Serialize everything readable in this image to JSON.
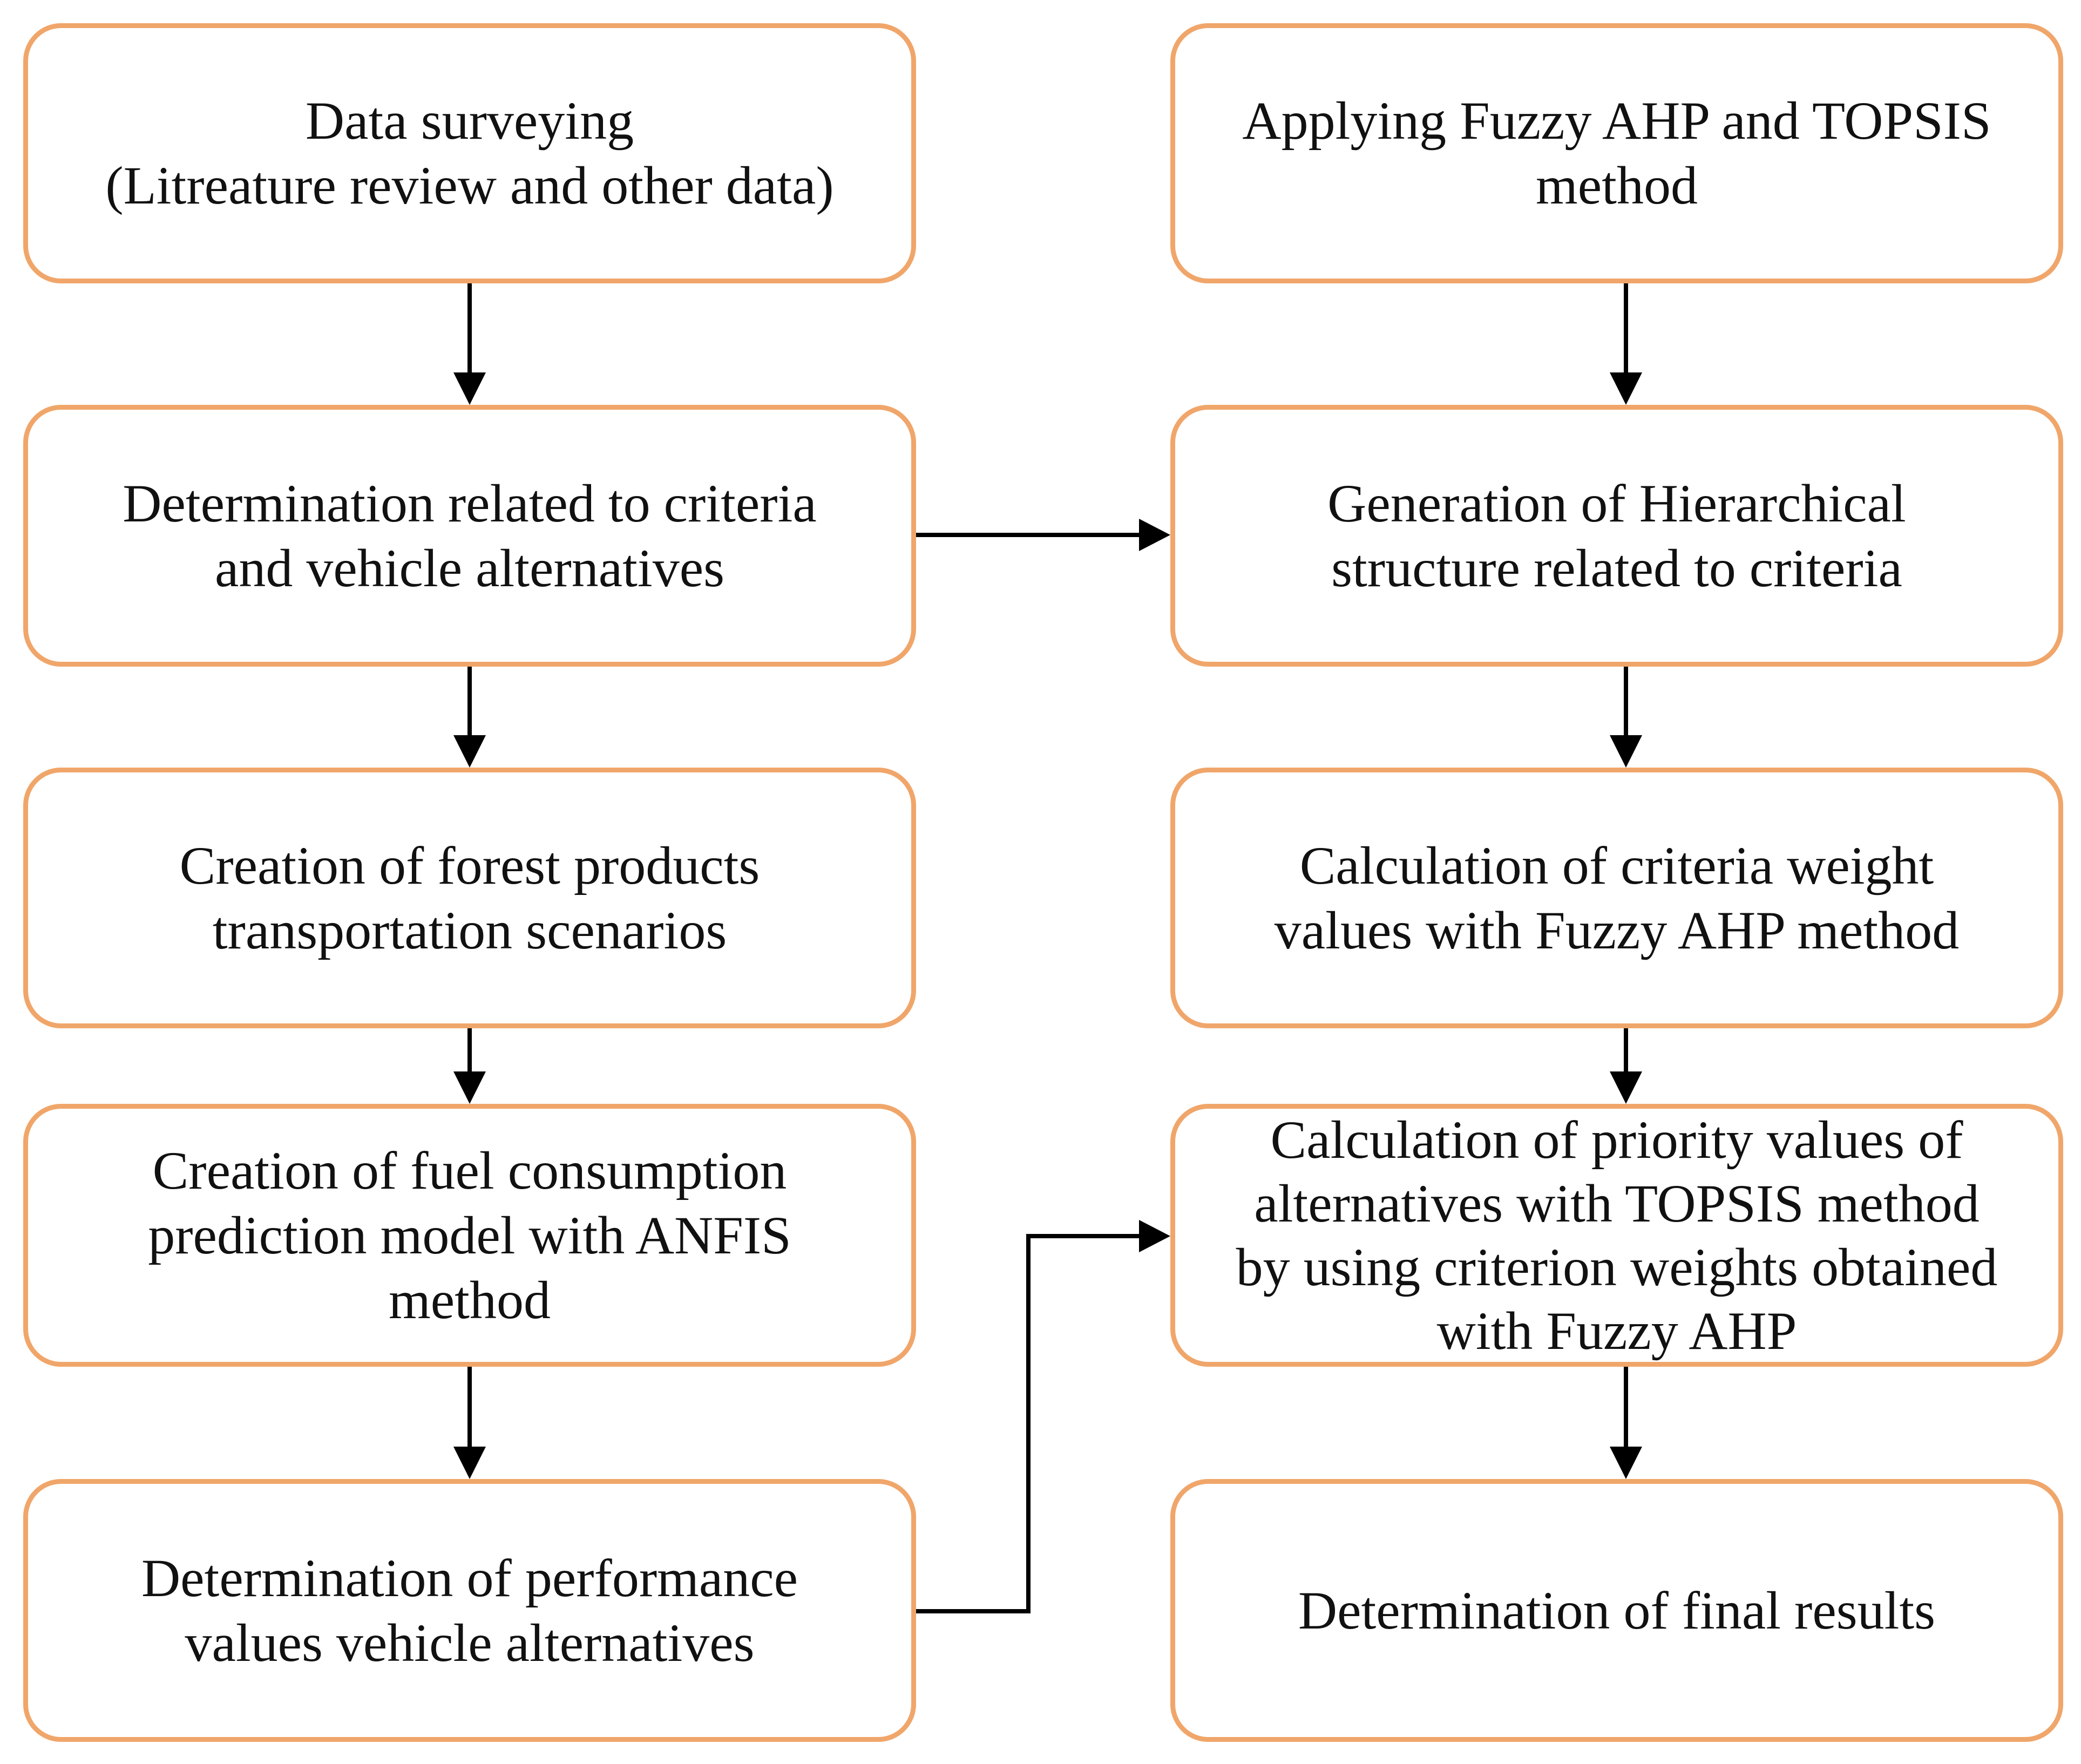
{
  "diagram": {
    "left_column": [
      {
        "id": "L1",
        "text": "Data surveying\n(Litreature review and other data)"
      },
      {
        "id": "L2",
        "text": "Determination related to criteria\nand vehicle alternatives"
      },
      {
        "id": "L3",
        "text": "Creation of forest products\ntransportation scenarios"
      },
      {
        "id": "L4",
        "text": "Creation of fuel consumption\nprediction model with ANFIS\nmethod"
      },
      {
        "id": "L5",
        "text": "Determination of performance\nvalues vehicle alternatives"
      }
    ],
    "right_column": [
      {
        "id": "R1",
        "text": "Applying Fuzzy AHP and TOPSIS\nmethod"
      },
      {
        "id": "R2",
        "text": "Generation of Hierarchical\nstructure related to criteria"
      },
      {
        "id": "R3",
        "text": "Calculation of criteria weight\nvalues with Fuzzy AHP method"
      },
      {
        "id": "R4",
        "text": "Calculation of priority values of\nalternatives with TOPSIS method\nby using criterion weights obtained\nwith Fuzzy AHP"
      },
      {
        "id": "R5",
        "text": "Determination of final results"
      }
    ],
    "edges": [
      {
        "from": "L1",
        "to": "L2"
      },
      {
        "from": "L2",
        "to": "L3"
      },
      {
        "from": "L3",
        "to": "L4"
      },
      {
        "from": "L4",
        "to": "L5"
      },
      {
        "from": "L2",
        "to": "R2"
      },
      {
        "from": "R1",
        "to": "R2"
      },
      {
        "from": "R2",
        "to": "R3"
      },
      {
        "from": "R3",
        "to": "R4"
      },
      {
        "from": "L5",
        "to": "R4"
      },
      {
        "from": "R4",
        "to": "R5"
      }
    ],
    "colors": {
      "box_border": "#f0a66a",
      "arrow": "#000000",
      "text": "#111111"
    }
  }
}
